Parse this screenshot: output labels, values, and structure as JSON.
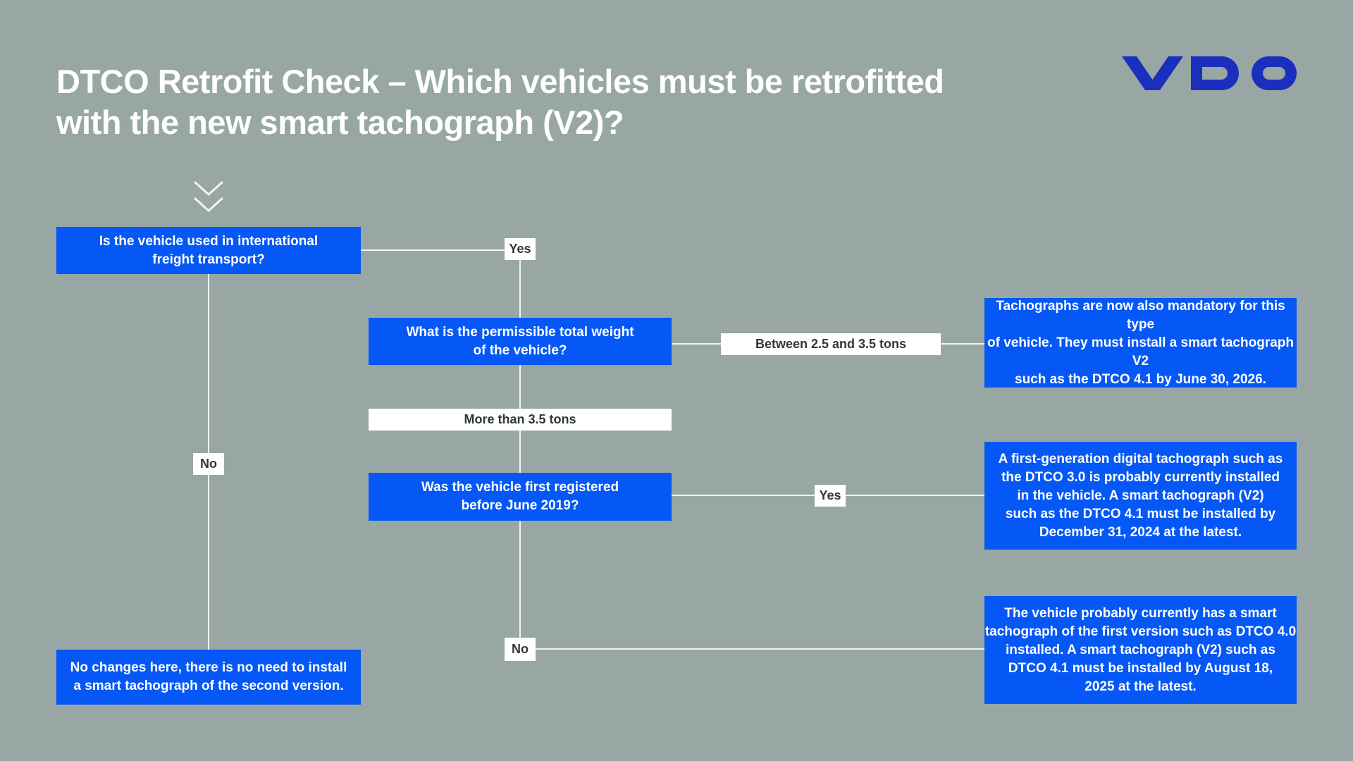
{
  "colors": {
    "background": "#98A7A3",
    "box_blue": "#0558F5",
    "logo_blue": "#1B2FBE",
    "connector_line": "#EFF3F2",
    "label_background": "#FFFFFF",
    "label_text": "#2E3834",
    "title_text": "#FFFFFF"
  },
  "header": {
    "title_line1": "DTCO Retrofit Check – Which vehicles must be retrofitted",
    "title_line2": "with the new smart tachograph (V2)?",
    "logo_text": "VDO"
  },
  "flowchart": {
    "q_international": {
      "lines": [
        "Is the vehicle used in international",
        "freight transport?"
      ]
    },
    "label_yes_top": "Yes",
    "q_weight": {
      "lines": [
        "What is the permissible total weight",
        "of the vehicle?"
      ]
    },
    "label_between": "Between 2.5 and 3.5 tons",
    "result_between": {
      "lines": [
        "Tachographs are now also mandatory for this type",
        "of vehicle. They must install a smart tachograph V2",
        "such as the DTCO 4.1 by June 30, 2026."
      ]
    },
    "label_more": "More than 3.5 tons",
    "q_registered": {
      "lines": [
        "Was the vehicle first registered",
        "before June 2019?"
      ]
    },
    "label_yes_mid": "Yes",
    "result_registered_yes": {
      "lines": [
        "A first-generation digital tachograph such as",
        "the DTCO 3.0 is probably currently installed",
        "in the vehicle. A smart tachograph (V2)",
        "such as the DTCO 4.1 must be installed by",
        "December 31, 2024 at the latest."
      ]
    },
    "label_no_left": "No",
    "label_no_bottom": "No",
    "result_registered_no": {
      "lines": [
        "The vehicle probably currently has a smart",
        "tachograph of the first version such as DTCO 4.0",
        "installed. A smart tachograph (V2) such as",
        "DTCO 4.1 must be installed by August 18,",
        "2025 at the latest."
      ]
    },
    "result_no_changes": {
      "lines": [
        "No changes here, there is no need to install",
        "a smart tachograph of the second version."
      ]
    }
  }
}
